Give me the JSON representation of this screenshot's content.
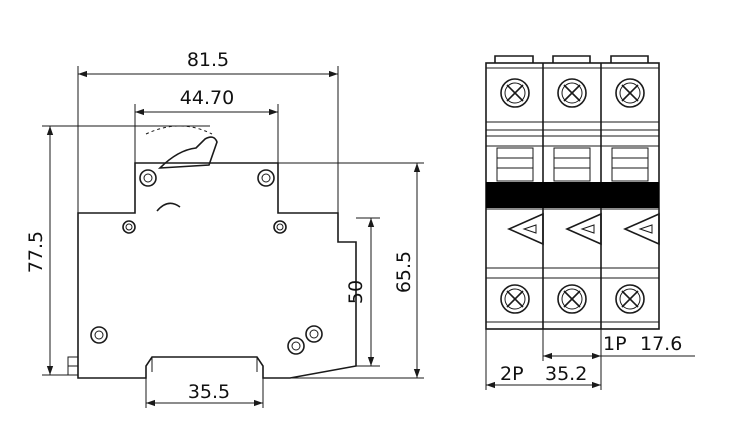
{
  "dimensions": {
    "overall_width": "81.5",
    "upper_width": "44.70",
    "overall_height": "77.5",
    "front_height": "65.5",
    "body_height": "50",
    "rail_width": "35.5",
    "pitch_1p": "17.6",
    "pitch_2p": "35.2",
    "label_1p": "1P",
    "label_2p": "2P"
  }
}
